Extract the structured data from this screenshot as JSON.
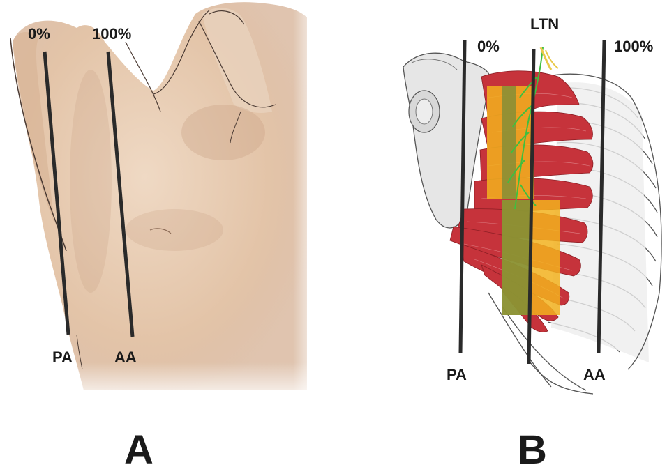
{
  "panel_a": {
    "top_left_label": "0%",
    "top_right_label": "100%",
    "bottom_left_label": "PA",
    "bottom_right_label": "AA",
    "panel_letter": "A"
  },
  "panel_b": {
    "nerve_label": "LTN",
    "top_left_label": "0%",
    "top_right_label": "100%",
    "bottom_left_label": "PA",
    "bottom_right_label": "AA",
    "panel_letter": "B"
  },
  "colors": {
    "skin": "#e7cdb3",
    "skin_shadow": "#c9a184",
    "muscle": "#c6333b",
    "bone": "#e9e9e9",
    "highlight_yellow": "#f2b21f",
    "highlight_green": "#6f8a3a",
    "nerve": "#3fbf3f",
    "line": "#2a2a2a"
  }
}
